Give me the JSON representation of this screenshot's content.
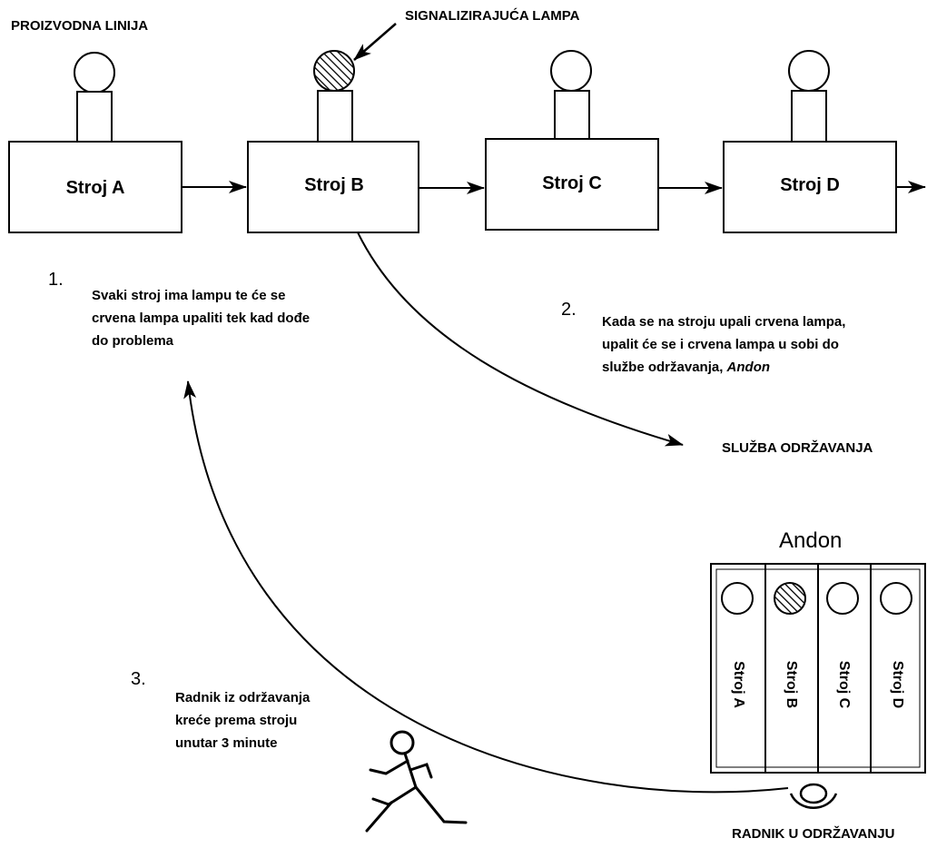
{
  "title": "PROIZVODNA LINIJA",
  "lamp_label": "SIGNALIZIRAJUĆA LAMPA",
  "machines": [
    "Stroj A",
    "Stroj B",
    "Stroj C",
    "Stroj D"
  ],
  "steps": [
    {
      "number": "1.",
      "lines": [
        "Svaki stroj ima lampu te će se",
        "crvena lampa upaliti tek kad dođe",
        "do problema"
      ]
    },
    {
      "number": "2.",
      "lines": [
        "Kada se na stroju upali crvena lampa,",
        "upalit će se i crvena lampa u sobi do"
      ],
      "line3_prefix": "službe održavanja, ",
      "line3_emphasis": "Andon"
    },
    {
      "number": "3.",
      "lines": [
        "Radnik iz održavanja",
        "kreće prema stroju",
        "unutar 3 minute"
      ]
    }
  ],
  "maintenance_label": "SLUŽBA ODRŽAVANJA",
  "andon": {
    "title": "Andon",
    "columns": [
      "Stroj A",
      "Stroj B",
      "Stroj C",
      "Stroj D"
    ],
    "lit_column": "Stroj B"
  },
  "worker_label": "RADNIK U ODRŽAVANJU"
}
